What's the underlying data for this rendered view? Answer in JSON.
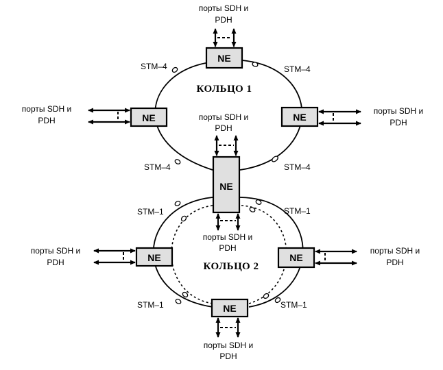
{
  "ring1": {
    "title": "КОЛЬЦО 1"
  },
  "ring2": {
    "title": "КОЛЬЦО 2"
  },
  "link_labels": {
    "stm4": "STM–4",
    "stm1": "STM–1"
  },
  "ports": {
    "line1": "порты SDH и",
    "line2": "PDH"
  },
  "ne_label": "NE"
}
